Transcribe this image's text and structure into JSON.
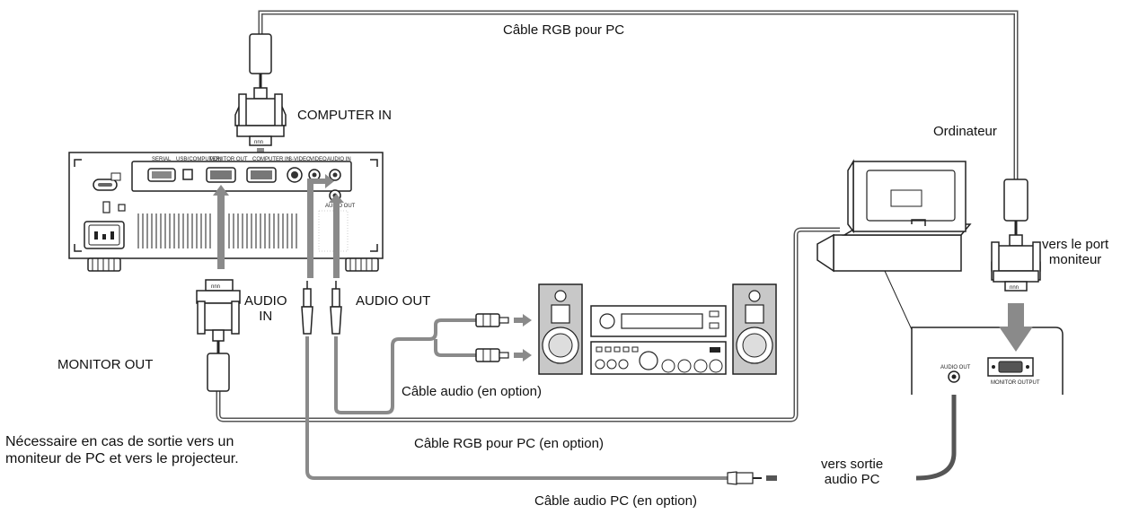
{
  "labels": {
    "rgb_cable_top": "Câble RGB pour PC",
    "computer_in": "COMPUTER IN",
    "computer": "Ordinateur",
    "to_monitor_port": "vers le port\nmoniteur",
    "audio_in": "AUDIO\nIN",
    "audio_out": "AUDIO OUT",
    "monitor_out": "MONITOR OUT",
    "audio_cable_optional": "Câble audio (en option)",
    "required_note": "Nécessaire en cas de sortie vers un\nmoniteur de PC et vers le projecteur.",
    "rgb_cable_optional": "Câble RGB pour PC (en option)",
    "to_pc_audio_out": "vers sortie\naudio PC",
    "pc_audio_cable_optional": "Câble audio PC (en option)"
  },
  "panel_labels": {
    "serial": "SERIAL",
    "usb": "USB(COMPUTER)",
    "monitor_out": "MONITOR OUT",
    "computer_in": "COMPUTER IN",
    "svideo": "S-VIDEO",
    "video": "VIDEO",
    "audio_in": "AUDIO IN",
    "audio_out": "AUDIO OUT",
    "pc_audio_out": "AUDIO OUT",
    "pc_monitor_output": "MONITOR OUTPUT"
  },
  "colors": {
    "cable": "#8a8a8a",
    "cable_dark": "#555555",
    "outline": "#222222",
    "equipment_fill": "#ffffff",
    "speaker_fill": "#c8c8c8"
  }
}
